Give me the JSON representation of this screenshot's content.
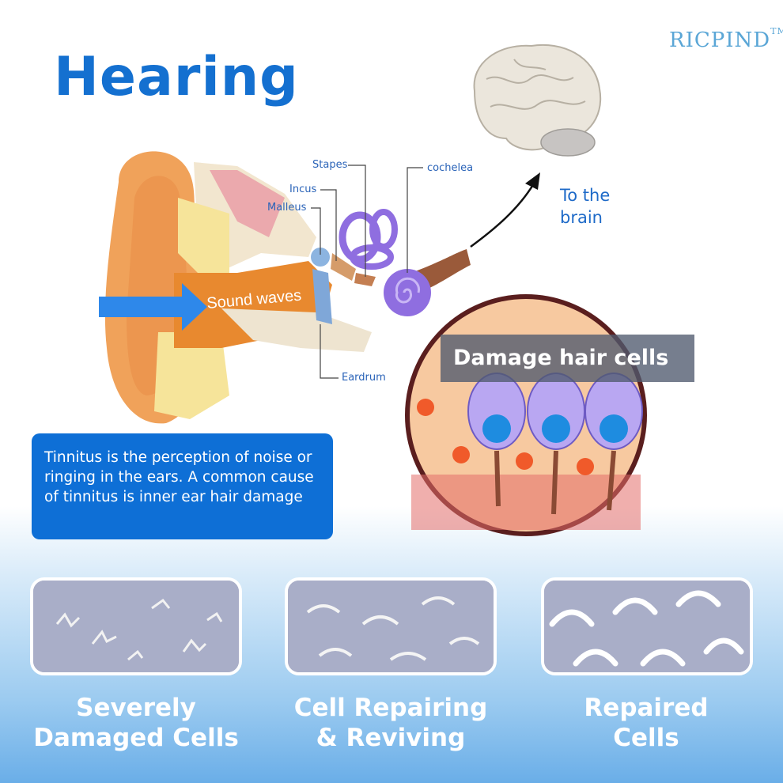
{
  "title": "Hearing",
  "logo": {
    "text": "RICPIND",
    "mark": "TM"
  },
  "labels": {
    "stapes": "Stapes",
    "incus": "Incus",
    "malleus": "Malleus",
    "cochlea": "cochelea",
    "eardrum": "Eardrum",
    "sound_waves": "Sound waves"
  },
  "brain": {
    "line1": "To the",
    "line2": "brain"
  },
  "damage_label": "Damage hair cells",
  "info_text": "Tinnitus is the perception of noise or ringing in the ears. A common cause of tinnitus is inner ear hair damage",
  "stages": [
    {
      "line1": "Severely",
      "line2": "Damaged Cells"
    },
    {
      "line1": "Cell Repairing",
      "line2": "& Reviving"
    },
    {
      "line1": "Repaired",
      "line2": "Cells"
    }
  ],
  "colors": {
    "accent": "#1470d0",
    "info_bg": "#0e6fd6",
    "ear": "#f0a25a",
    "cochlea": "#8f6ee0"
  }
}
